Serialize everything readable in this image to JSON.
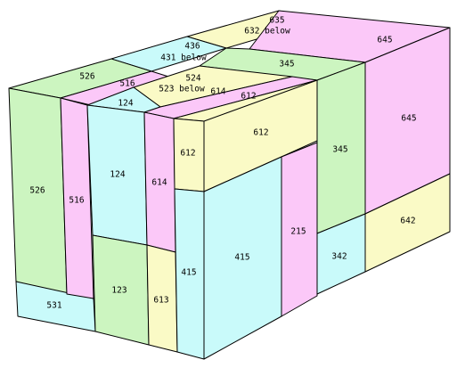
{
  "colors": {
    "green": "#ccf5c0",
    "pink": "#fbc8f8",
    "cyan": "#c9fafa",
    "yellow": "#fafac6",
    "outline": "#000000",
    "background": "#ffffff"
  },
  "boxes": [
    {
      "id": "box-526",
      "label": "526",
      "top_label": "526",
      "color": "green"
    },
    {
      "id": "box-516",
      "label": "516",
      "top_label": "516",
      "color": "pink"
    },
    {
      "id": "box-124",
      "label": "124",
      "top_label": "124",
      "color": "cyan"
    },
    {
      "id": "box-614",
      "label": "614",
      "top_label": "614",
      "color": "pink"
    },
    {
      "id": "box-612",
      "label": "612",
      "top_label": "612",
      "right_label": "612",
      "color": "yellow"
    },
    {
      "id": "box-415",
      "label": "415",
      "color": "cyan"
    },
    {
      "id": "box-215",
      "label": "215",
      "color": "pink"
    },
    {
      "id": "box-345",
      "label": "345",
      "top_label": "345",
      "color": "green"
    },
    {
      "id": "box-342",
      "label": "342",
      "color": "cyan"
    },
    {
      "id": "box-645",
      "label": "645",
      "top_label": "645",
      "color": "pink"
    },
    {
      "id": "box-642",
      "label": "642",
      "color": "yellow"
    },
    {
      "id": "box-531",
      "label": "531",
      "color": "cyan"
    },
    {
      "id": "box-123",
      "label": "123",
      "color": "green"
    },
    {
      "id": "box-613",
      "label": "613",
      "color": "yellow"
    }
  ],
  "top_stacks": [
    {
      "id": "stack-436",
      "label": "436",
      "below_label": "431 below",
      "color": "cyan"
    },
    {
      "id": "stack-635",
      "label": "635",
      "below_label": "632 below",
      "color": "yellow"
    },
    {
      "id": "stack-524",
      "label": "524",
      "below_label": "523 below",
      "color": "yellow"
    }
  ]
}
